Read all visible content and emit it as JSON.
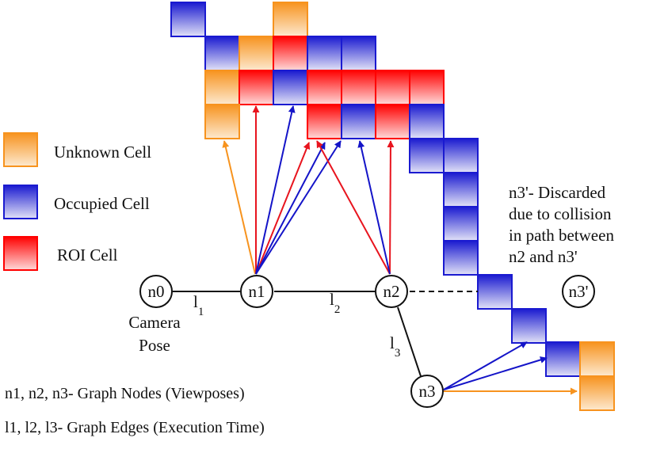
{
  "colors": {
    "unknown": "#f7931e",
    "occupied": "#1a1ad0",
    "roi": "#ff0000",
    "orange_arrow": "#f7931e",
    "red_arrow": "#e8141e",
    "blue_arrow": "#1414c8"
  },
  "legend": [
    {
      "type": "unknown",
      "label": "Unknown Cell"
    },
    {
      "type": "occupied",
      "label": "Occupied Cell"
    },
    {
      "type": "roi",
      "label": "ROI Cell"
    }
  ],
  "nodes": [
    {
      "id": "n0",
      "label": "n0"
    },
    {
      "id": "n1",
      "label": "n1"
    },
    {
      "id": "n2",
      "label": "n2"
    },
    {
      "id": "n3",
      "label": "n3"
    },
    {
      "id": "n3p",
      "label": "n3'"
    }
  ],
  "edges": [
    {
      "label": "l",
      "sub": "1"
    },
    {
      "label": "l",
      "sub": "2"
    },
    {
      "label": "l",
      "sub": "3"
    }
  ],
  "camera_pose": [
    "Camera",
    "Pose"
  ],
  "discard_note": [
    "n3'- Discarded",
    "due to collision",
    "in path between",
    "n2 and n3'"
  ],
  "footnotes": [
    "n1, n2, n3- Graph Nodes (Viewposes)",
    "l1, l2, l3- Graph Edges (Execution Time)"
  ]
}
